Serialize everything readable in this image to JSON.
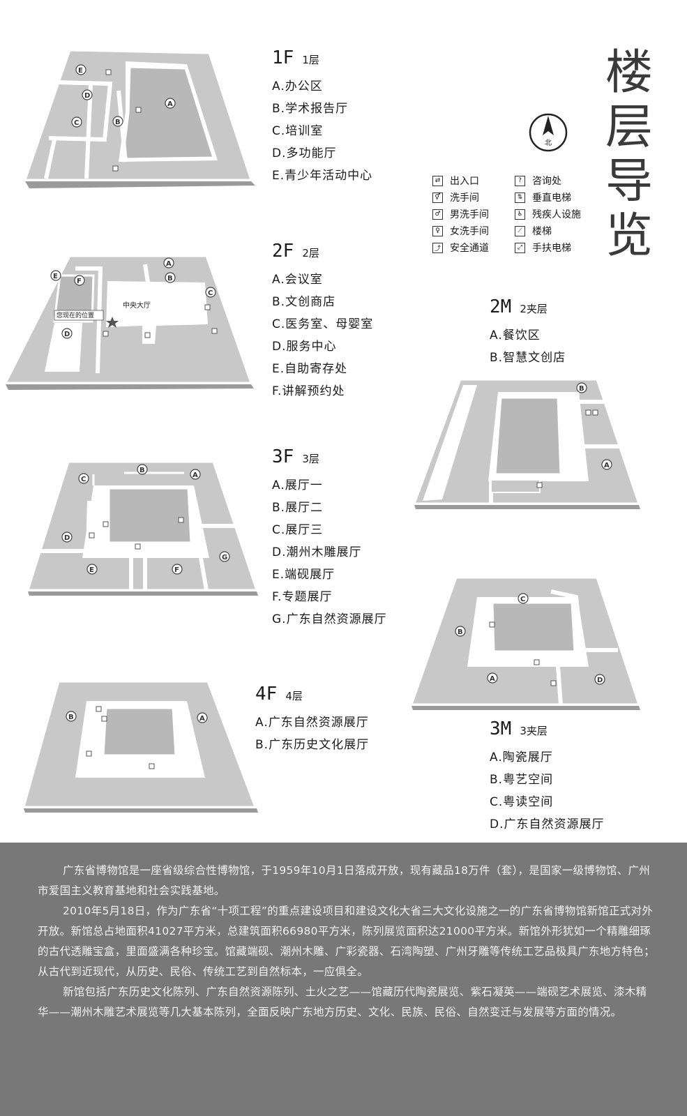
{
  "title": "楼层导览",
  "compass_label": "北",
  "legend": [
    {
      "icon": "entrance-exit-icon",
      "glyph": "⇄",
      "label": "出入口"
    },
    {
      "icon": "information-icon",
      "glyph": "?",
      "label": "咨询处"
    },
    {
      "icon": "restroom-icon",
      "glyph": "⚥",
      "label": "洗手间"
    },
    {
      "icon": "elevator-icon",
      "glyph": "⇅",
      "label": "垂直电梯"
    },
    {
      "icon": "mens-restroom-icon",
      "glyph": "♂",
      "label": "男洗手间"
    },
    {
      "icon": "accessibility-icon",
      "glyph": "♿",
      "label": "残疾人设施"
    },
    {
      "icon": "womens-restroom-icon",
      "glyph": "♀",
      "label": "女洗手间"
    },
    {
      "icon": "stairs-icon",
      "glyph": "⟋",
      "label": "楼梯"
    },
    {
      "icon": "emergency-exit-icon",
      "glyph": "⤴",
      "label": "安全通道"
    },
    {
      "icon": "escalator-icon",
      "glyph": "⤢",
      "label": "手扶电梯"
    }
  ],
  "floors": {
    "f1": {
      "code": "1F",
      "name": "1层",
      "items": [
        "A.办公区",
        "B.学术报告厅",
        "C.培训室",
        "D.多功能厅",
        "E.青少年活动中心"
      ]
    },
    "f2": {
      "code": "2F",
      "name": "2层",
      "items": [
        "A.会议室",
        "B.文创商店",
        "C.医务室、母婴室",
        "D.服务中心",
        "E.自助寄存处",
        "F.讲解预约处"
      ]
    },
    "m2": {
      "code": "2M",
      "name": "2夹层",
      "items": [
        "A.餐饮区",
        "B.智慧文创店"
      ]
    },
    "f3": {
      "code": "3F",
      "name": "3层",
      "items": [
        "A.展厅一",
        "B.展厅二",
        "C.展厅三",
        "D.潮州木雕展厅",
        "E.端砚展厅",
        "F.专题展厅",
        "G.广东自然资源展厅"
      ]
    },
    "f4": {
      "code": "4F",
      "name": "4层",
      "items": [
        "A.广东自然资源展厅",
        "B.广东历史文化展厅"
      ]
    },
    "m3": {
      "code": "3M",
      "name": "3夹层",
      "items": [
        "A.陶瓷展厅",
        "B.粤艺空间",
        "C.粤读空间",
        "D.广东自然资源展厅"
      ]
    }
  },
  "map_labels": {
    "central_hall": "中央大厅",
    "you_are_here": "您现在的位置"
  },
  "description": [
    "广东省博物馆是一座省级综合性博物馆，于1959年10月1日落成开放，现有藏品18万件（套），是国家一级博物馆、广州市爱国主义教育基地和社会实践基地。",
    "2010年5月18日，作为广东省“十项工程”的重点建设项目和建设文化大省三大文化设施之一的广东省博物馆新馆正式对外开放。新馆总占地面积41027平方米，总建筑面积66980平方米，陈列展览面积达21000平方米。新馆外形犹如一个精雕细琢的古代透雕宝盒，里面盛满各种珍宝。馆藏端砚、潮州木雕、广彩瓷器、石湾陶塑、广州牙雕等传统工艺品极具广东地方特色；从古代到近现代，从历史、民俗、传统工艺到自然标本，一应俱全。",
    "新馆包括广东历史文化陈列、广东自然资源陈列、土火之艺——馆藏历代陶瓷展览、紫石凝英——端砚艺术展览、漆木精华——潮州木雕艺术展览等几大基本陈列，全面反映广东地方历史、文化、民族、民俗、自然变迁与发展等方面的情况。"
  ]
}
